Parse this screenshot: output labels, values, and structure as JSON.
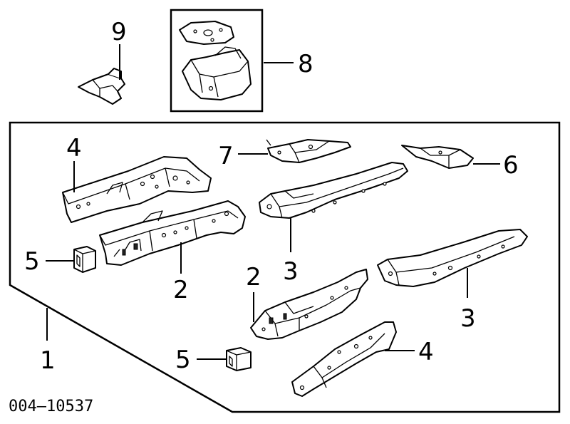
{
  "callouts": {
    "c1": "1",
    "c2a": "2",
    "c2b": "2",
    "c3a": "3",
    "c3b": "3",
    "c4a": "4",
    "c4b": "4",
    "c5a": "5",
    "c5b": "5",
    "c6": "6",
    "c7": "7",
    "c8": "8",
    "c9": "9"
  },
  "drawing_code": "004–10537"
}
